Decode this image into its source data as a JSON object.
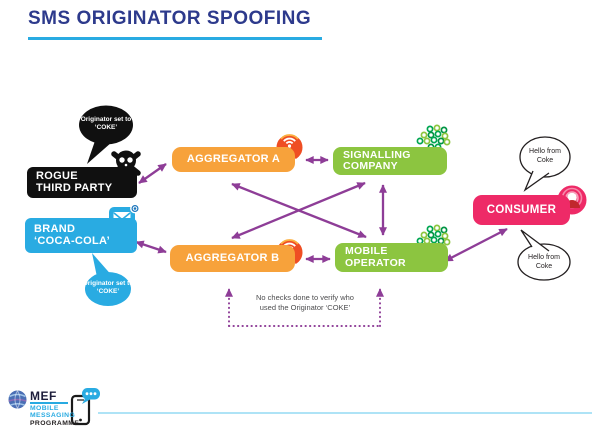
{
  "title": "SMS ORIGINATOR SPOOFING",
  "nodes": {
    "rogue": {
      "line1": "ROGUE",
      "line2": "THIRD PARTY"
    },
    "brand": {
      "line1": "BRAND",
      "line2": "‘COCA-COLA’"
    },
    "aggregator_a": {
      "label": "AGGREGATOR A"
    },
    "aggregator_b": {
      "label": "AGGREGATOR B"
    },
    "signalling": {
      "line1": "SIGNALLING",
      "line2": "COMPANY"
    },
    "mobile_operator": {
      "line1": "MOBILE",
      "line2": "OPERATOR"
    },
    "consumer": {
      "label": "CONSUMER"
    }
  },
  "bubbles": {
    "rogue_originator": {
      "line1": "Originator",
      "line2": "set to ‘COKE’"
    },
    "brand_originator": {
      "line1": "Originator",
      "line2": "set to ‘COKE’"
    },
    "hello_top": {
      "line1": "Hello from",
      "line2": "Coke"
    },
    "hello_bottom": {
      "line1": "Hello from",
      "line2": "Coke"
    }
  },
  "note": {
    "line1": "No checks done to verify who",
    "line2": "used the Originator ‘COKE’"
  },
  "logo": {
    "brand": "MEF",
    "line1": "MOBILE",
    "line2": "MESSAGING",
    "line3": "PROGRAMME"
  },
  "icons": {
    "skull": "skull-and-crossbones (rogue third party)",
    "message_bubble": "envelope-in-speech-bubble (brand messaging)",
    "broadcast": "red circle with wifi arcs (aggregator)",
    "network_dots": "cluster of green rings (signalling / operator network)",
    "person": "pink circle with person silhouette (consumer)",
    "globe": "MEF globe logo",
    "phone": "phone with chat bubble"
  },
  "colors": {
    "navy_title": "#2D3A8C",
    "light_blue": "#29ABE2",
    "orange_box": "#F7A23B",
    "red_orange_icon": "#EF4E23",
    "green_box": "#8CC540",
    "green_dark": "#00A651",
    "pink_box": "#EE2A67",
    "dark_red": "#C1272D",
    "purple_arrow": "#8E3D97",
    "black_box": "#101010",
    "note_gray": "#4D4D4F",
    "footer_line_blue": "#AEE3F6"
  }
}
